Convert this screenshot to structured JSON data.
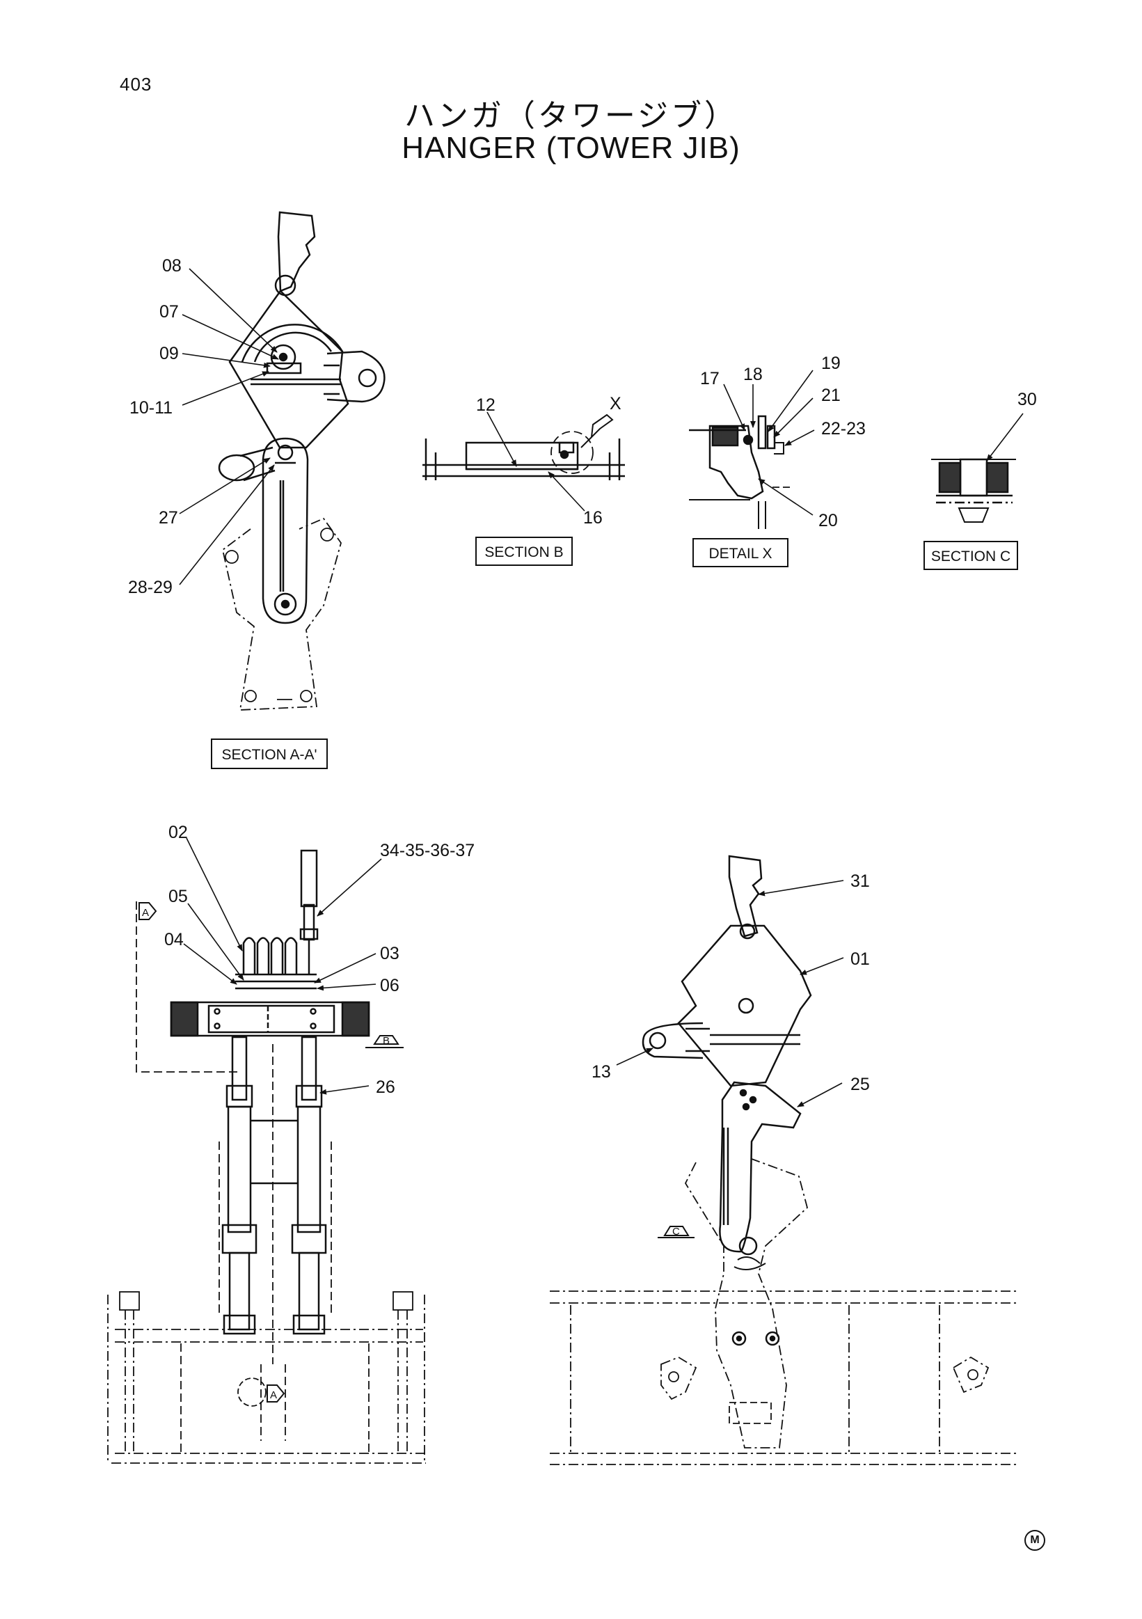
{
  "page_number": "403",
  "title_ja": "ハンガ（タワージブ）",
  "title_en": "HANGER (TOWER JIB)",
  "corner_mark": "M",
  "view_labels": {
    "section_aa": "SECTION A-A'",
    "section_b": "SECTION B",
    "detail_x": "DETAIL  X",
    "section_c": "SECTION C"
  },
  "view_markers": {
    "a_top": "A",
    "a_bottom": "A",
    "b": "B",
    "c": "C"
  },
  "detail_marker": "X",
  "callouts": {
    "p08": "08",
    "p07": "07",
    "p09": "09",
    "p10_11": "10-11",
    "p27": "27",
    "p28_29": "28-29",
    "p12": "12",
    "p16": "16",
    "p17": "17",
    "p18": "18",
    "p19": "19",
    "p21": "21",
    "p22_23": "22-23",
    "p20": "20",
    "p30": "30",
    "p02": "02",
    "p34_37": "34-35-36-37",
    "p05": "05",
    "p04": "04",
    "p03": "03",
    "p06": "06",
    "p26": "26",
    "p31": "31",
    "p01": "01",
    "p13": "13",
    "p25": "25"
  }
}
